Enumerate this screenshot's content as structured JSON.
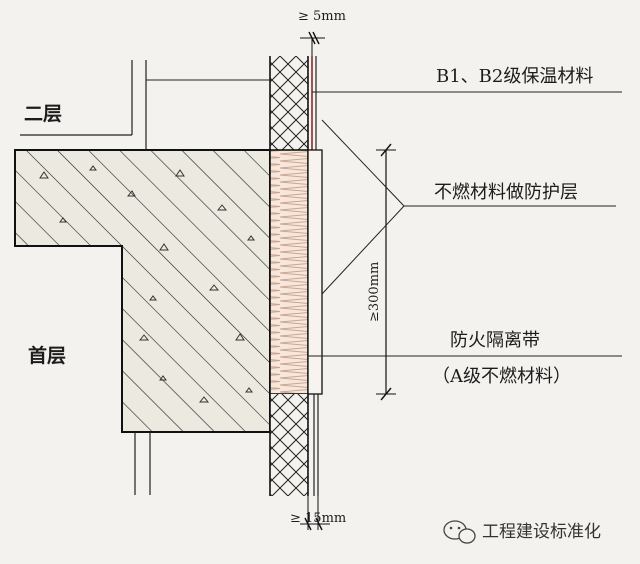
{
  "labels": {
    "floor_upper": "二层",
    "floor_ground": "首层",
    "top_dim": "≥ 5mm",
    "bottom_dim": "≥ 15mm",
    "vertical_dim": "≥300mm",
    "insulation": "B1、B2级保温材料",
    "protective_layer": "不燃材料做防护层",
    "firebreak_line1": "防火隔离带",
    "firebreak_line2": "（A级不燃材料）"
  },
  "watermark": {
    "text": "工程建设标准化",
    "icon": "wechat-icon"
  }
}
